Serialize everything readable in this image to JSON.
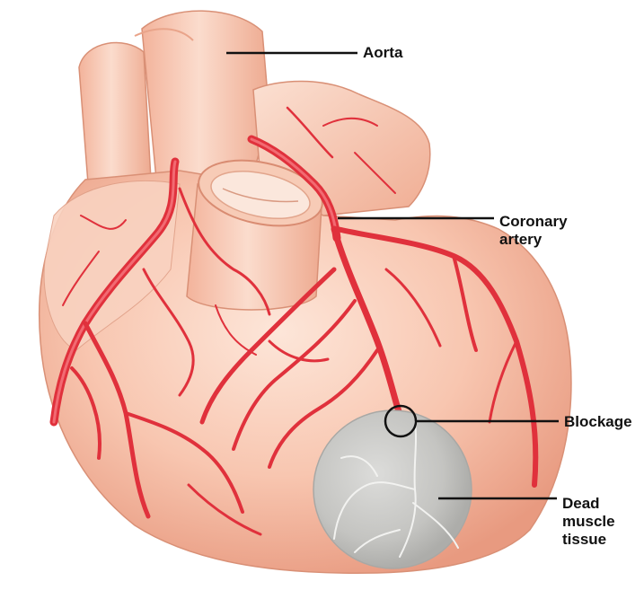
{
  "labels": {
    "aorta": "Aorta",
    "coronary_artery": [
      "Coronary",
      "artery"
    ],
    "blockage": "Blockage",
    "dead_muscle_tissue": [
      "Dead",
      "muscle",
      "tissue"
    ]
  },
  "colors": {
    "heart_light": "#fbd9c7",
    "heart_mid": "#f4b39a",
    "heart_shadow": "#e08c73",
    "artery": "#e0313c",
    "artery_dark": "#b8202b",
    "dead_tissue": "#c9c9c6",
    "leader_line": "#111111"
  }
}
